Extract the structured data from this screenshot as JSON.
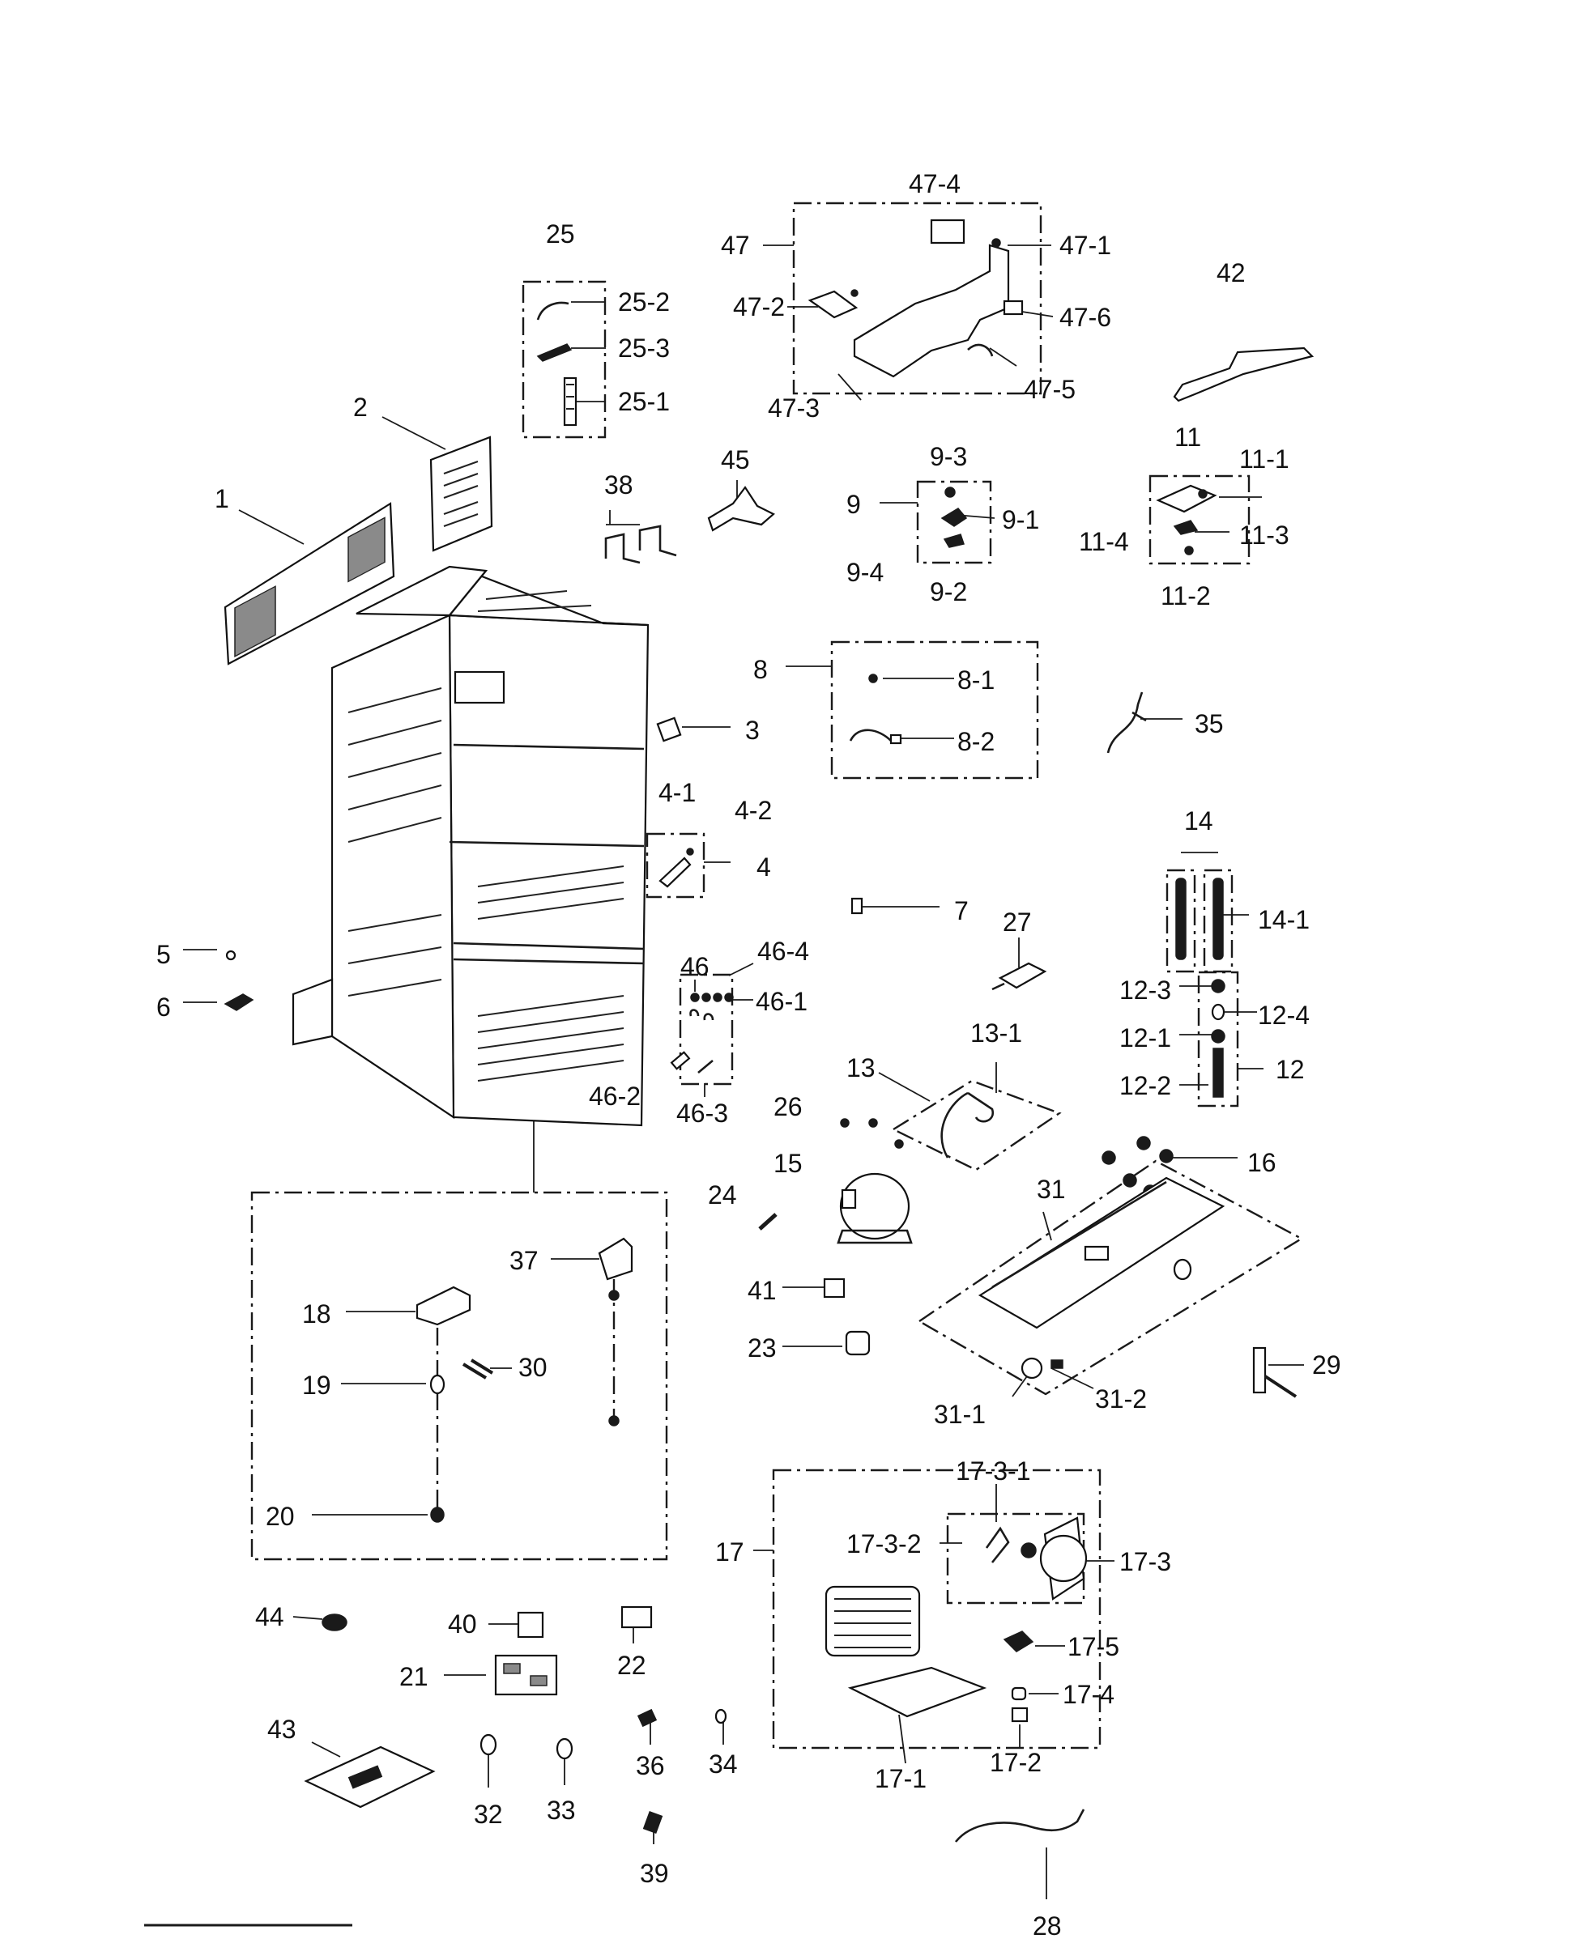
{
  "colors": {
    "line": "#1a1a1a",
    "background": "#ffffff"
  },
  "callouts": [
    {
      "id": "47-4",
      "label": "47-4"
    },
    {
      "id": "47",
      "label": "47"
    },
    {
      "id": "47-1",
      "label": "47-1"
    },
    {
      "id": "47-2",
      "label": "47-2"
    },
    {
      "id": "47-6",
      "label": "47-6"
    },
    {
      "id": "47-5",
      "label": "47-5"
    },
    {
      "id": "47-3",
      "label": "47-3"
    },
    {
      "id": "25",
      "label": "25"
    },
    {
      "id": "25-2",
      "label": "25-2"
    },
    {
      "id": "25-3",
      "label": "25-3"
    },
    {
      "id": "25-1",
      "label": "25-1"
    },
    {
      "id": "42",
      "label": "42"
    },
    {
      "id": "2",
      "label": "2"
    },
    {
      "id": "1",
      "label": "1"
    },
    {
      "id": "38",
      "label": "38"
    },
    {
      "id": "45",
      "label": "45"
    },
    {
      "id": "9-3",
      "label": "9-3"
    },
    {
      "id": "9",
      "label": "9"
    },
    {
      "id": "9-1",
      "label": "9-1"
    },
    {
      "id": "9-4",
      "label": "9-4"
    },
    {
      "id": "9-2",
      "label": "9-2"
    },
    {
      "id": "11",
      "label": "11"
    },
    {
      "id": "11-1",
      "label": "11-1"
    },
    {
      "id": "11-4",
      "label": "11-4"
    },
    {
      "id": "11-3",
      "label": "11-3"
    },
    {
      "id": "11-2",
      "label": "11-2"
    },
    {
      "id": "8",
      "label": "8"
    },
    {
      "id": "8-1",
      "label": "8-1"
    },
    {
      "id": "8-2",
      "label": "8-2"
    },
    {
      "id": "3",
      "label": "3"
    },
    {
      "id": "35",
      "label": "35"
    },
    {
      "id": "4-1",
      "label": "4-1"
    },
    {
      "id": "4-2",
      "label": "4-2"
    },
    {
      "id": "4",
      "label": "4"
    },
    {
      "id": "14",
      "label": "14"
    },
    {
      "id": "14-1",
      "label": "14-1"
    },
    {
      "id": "7",
      "label": "7"
    },
    {
      "id": "27",
      "label": "27"
    },
    {
      "id": "5",
      "label": "5"
    },
    {
      "id": "46",
      "label": "46"
    },
    {
      "id": "46-4",
      "label": "46-4"
    },
    {
      "id": "46-1",
      "label": "46-1"
    },
    {
      "id": "6",
      "label": "6"
    },
    {
      "id": "12-3",
      "label": "12-3"
    },
    {
      "id": "12-4",
      "label": "12-4"
    },
    {
      "id": "12-1",
      "label": "12-1"
    },
    {
      "id": "12",
      "label": "12"
    },
    {
      "id": "12-2",
      "label": "12-2"
    },
    {
      "id": "13-1",
      "label": "13-1"
    },
    {
      "id": "13",
      "label": "13"
    },
    {
      "id": "46-2",
      "label": "46-2"
    },
    {
      "id": "46-3",
      "label": "46-3"
    },
    {
      "id": "26",
      "label": "26"
    },
    {
      "id": "15",
      "label": "15"
    },
    {
      "id": "16",
      "label": "16"
    },
    {
      "id": "24",
      "label": "24"
    },
    {
      "id": "31",
      "label": "31"
    },
    {
      "id": "37",
      "label": "37"
    },
    {
      "id": "41",
      "label": "41"
    },
    {
      "id": "18",
      "label": "18"
    },
    {
      "id": "23",
      "label": "23"
    },
    {
      "id": "29",
      "label": "29"
    },
    {
      "id": "19",
      "label": "19"
    },
    {
      "id": "30",
      "label": "30"
    },
    {
      "id": "31-1",
      "label": "31-1"
    },
    {
      "id": "31-2",
      "label": "31-2"
    },
    {
      "id": "17-3-1",
      "label": "17-3-1"
    },
    {
      "id": "20",
      "label": "20"
    },
    {
      "id": "17-3-2",
      "label": "17-3-2"
    },
    {
      "id": "17",
      "label": "17"
    },
    {
      "id": "17-3",
      "label": "17-3"
    },
    {
      "id": "44",
      "label": "44"
    },
    {
      "id": "40",
      "label": "40"
    },
    {
      "id": "22",
      "label": "22"
    },
    {
      "id": "17-5",
      "label": "17-5"
    },
    {
      "id": "21",
      "label": "21"
    },
    {
      "id": "17-4",
      "label": "17-4"
    },
    {
      "id": "43",
      "label": "43"
    },
    {
      "id": "36",
      "label": "36"
    },
    {
      "id": "34",
      "label": "34"
    },
    {
      "id": "17-2",
      "label": "17-2"
    },
    {
      "id": "17-1",
      "label": "17-1"
    },
    {
      "id": "32",
      "label": "32"
    },
    {
      "id": "33",
      "label": "33"
    },
    {
      "id": "39",
      "label": "39"
    },
    {
      "id": "28",
      "label": "28"
    }
  ]
}
